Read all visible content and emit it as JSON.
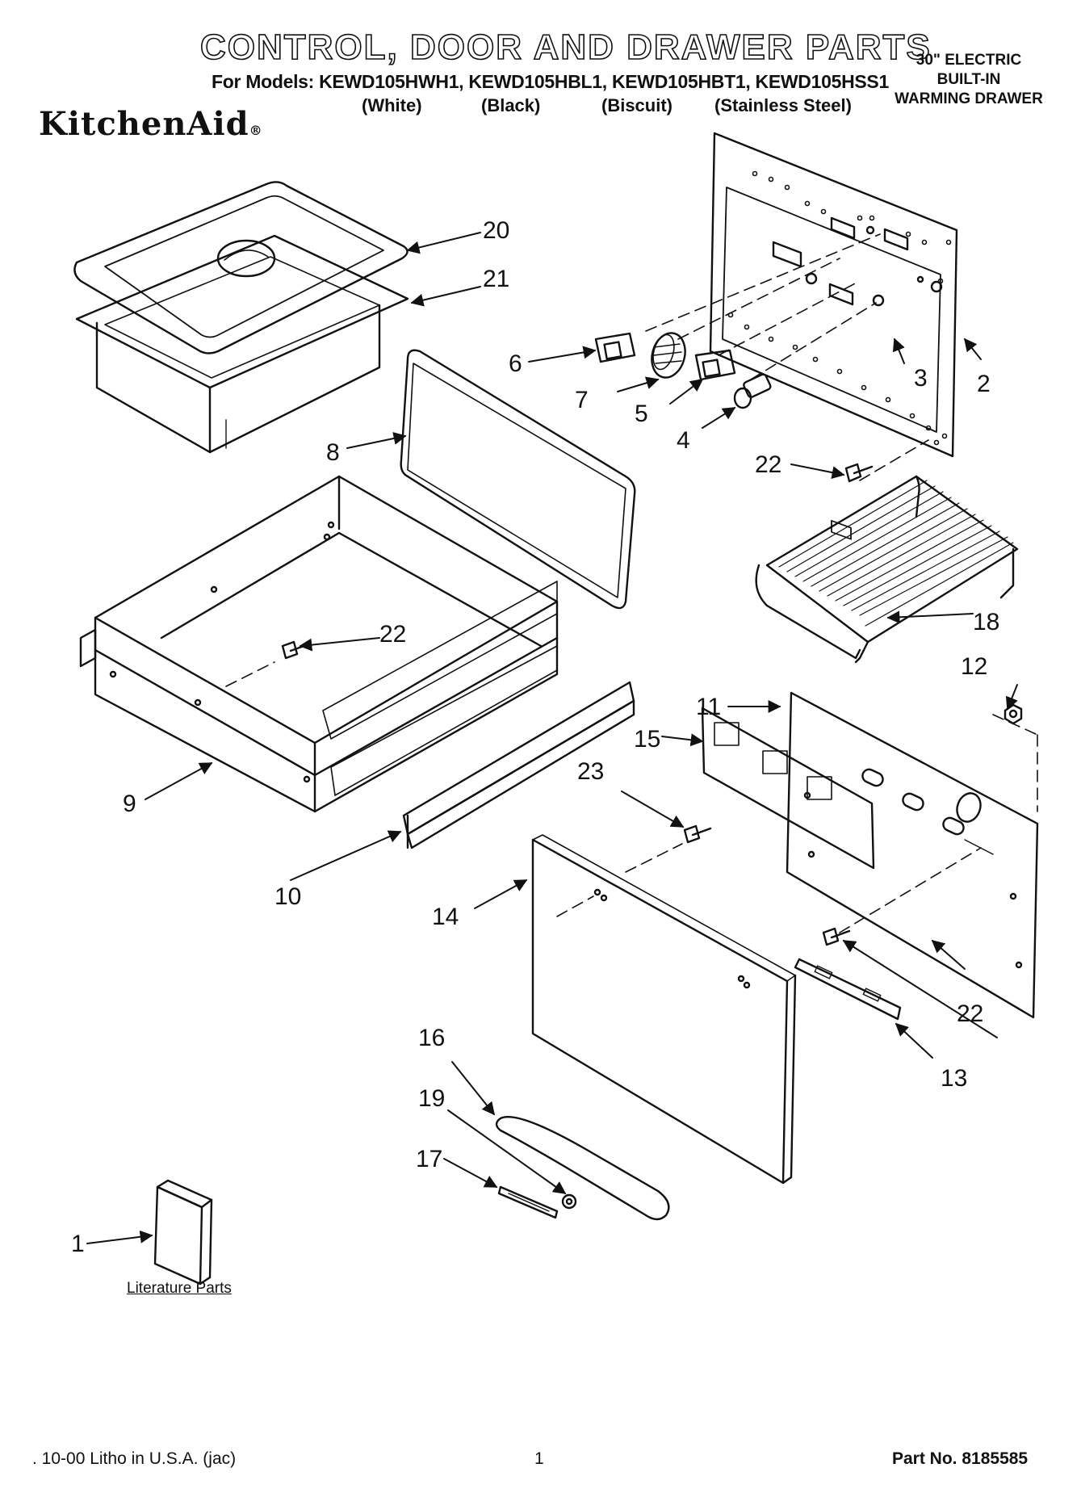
{
  "header": {
    "title": "CONTROL, DOOR AND DRAWER PARTS",
    "models_line": "For Models: KEWD105HWH1, KEWD105HBL1, KEWD105HBT1, KEWD105HSS1",
    "finishes": [
      "(White)",
      "(Black)",
      "(Biscuit)",
      "(Stainless Steel)"
    ],
    "product_lines": [
      "30\" ELECTRIC",
      "BUILT-IN",
      "WARMING DRAWER"
    ],
    "brand": "KitchenAid",
    "brand_mark": "®"
  },
  "callouts": [
    "1",
    "2",
    "3",
    "4",
    "5",
    "6",
    "7",
    "8",
    "9",
    "10",
    "11",
    "12",
    "13",
    "14",
    "15",
    "16",
    "17",
    "18",
    "19",
    "20",
    "21",
    "22",
    "22",
    "22",
    "23"
  ],
  "literature_label": "Literature Parts",
  "footer": {
    "left": ". 10-00 Litho in U.S.A. (jac)",
    "page": "1",
    "part_no": "Part No. 8185585"
  }
}
